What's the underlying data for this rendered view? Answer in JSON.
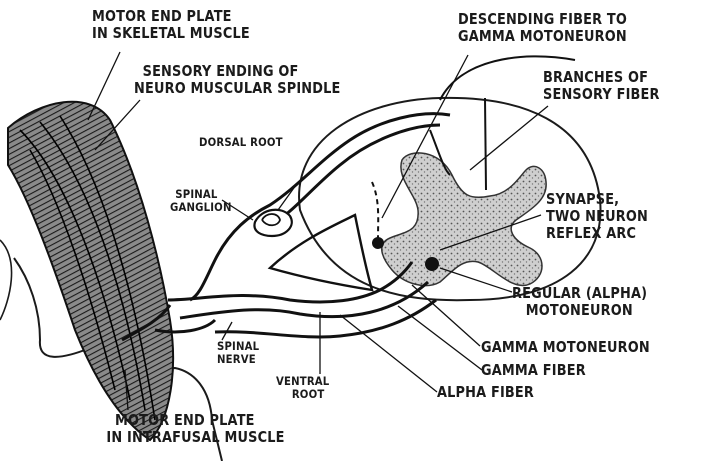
{
  "labels": {
    "motor_end_plate_skeletal": [
      "MOTOR END PLATE",
      "IN SKELETAL MUSCLE"
    ],
    "sensory_ending": [
      "SENSORY ENDING OF",
      "NEURO MUSCULAR SPINDLE"
    ],
    "descending_fiber": [
      "DESCENDING FIBER TO",
      "GAMMA MOTONEURON"
    ],
    "branches_sensory": [
      "BRANCHES OF",
      "SENSORY FIBER"
    ],
    "dorsal_root": "DORSAL ROOT",
    "spinal_ganglion": [
      "SPINAL",
      "GANGLION"
    ],
    "synapse": [
      "SYNAPSE,",
      "TWO NEURON",
      "REFLEX ARC"
    ],
    "alpha_motoneuron": [
      "REGULAR (ALPHA)",
      "MOTONEURON"
    ],
    "spinal_nerve": [
      "SPINAL",
      "NERVE"
    ],
    "ventral_root": [
      "VENTRAL",
      "ROOT"
    ],
    "gamma_motoneuron": "GAMMA MOTONEURON",
    "gamma_fiber": "GAMMA FIBER",
    "alpha_fiber": "ALPHA FIBER",
    "motor_end_plate_intrafusal": [
      "MOTOR END PLATE",
      "IN INTRAFUSAL MUSCLE"
    ]
  }
}
